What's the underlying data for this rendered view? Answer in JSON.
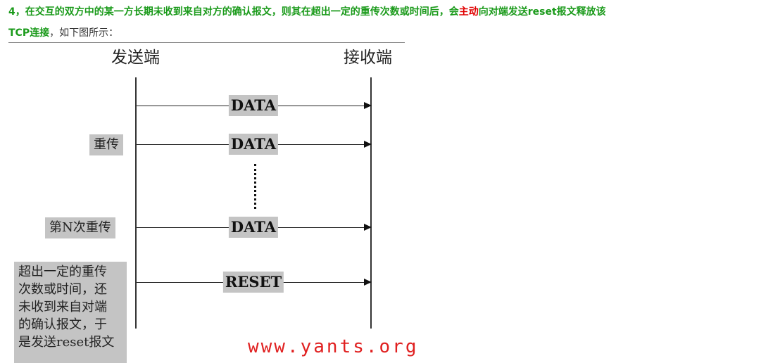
{
  "text": {
    "line1_a": "4，在交互的双方中的某一方长期未收到来自对方的确认报文，则其在超出一定的重传次数或时间后，会",
    "line1_red": "主动",
    "line1_b": "向对端发送reset报文释放该",
    "line2_a": "TCP连接",
    "line2_b": "，如下图所示："
  },
  "diagram": {
    "sender": "发送端",
    "receiver": "接收端",
    "packets": [
      "DATA",
      "DATA",
      "DATA",
      "RESET"
    ],
    "labels": [
      "重传",
      "第N次重传"
    ],
    "final_label": [
      "超出一定的重传",
      "次数或时间，还",
      "未收到来自对端",
      "的确认报文，于",
      "是发送reset报文"
    ],
    "watermark": "www.yants.org"
  }
}
